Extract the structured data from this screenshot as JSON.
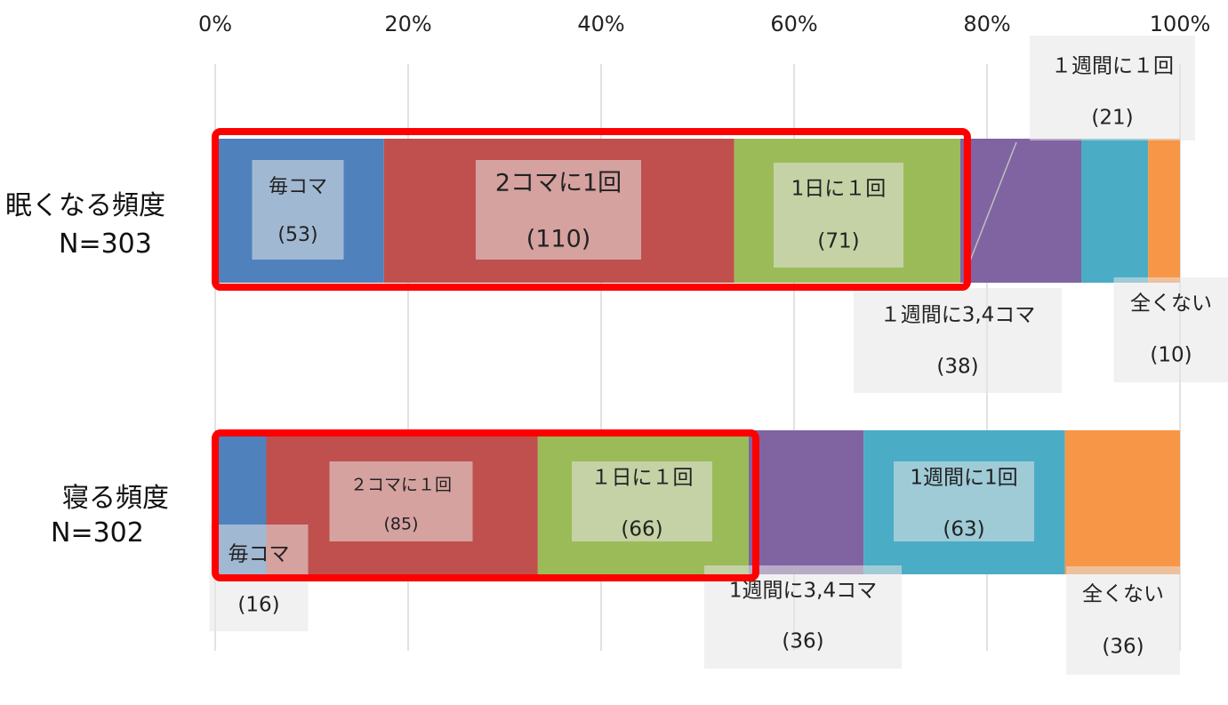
{
  "chart_data": {
    "type": "bar",
    "orientation": "horizontal",
    "stacked": "percent",
    "x_ticks": [
      "0%",
      "20%",
      "40%",
      "60%",
      "80%",
      "100%"
    ],
    "xlim": [
      0,
      100
    ],
    "grid": true,
    "legend": "none",
    "categories": [
      {
        "name": "眠くなる頻度",
        "n_label": "N=303"
      },
      {
        "name": "寝る頻度",
        "n_label": "N=302"
      }
    ],
    "series": [
      {
        "name": "毎コマ",
        "color": "#4F81BD",
        "values": [
          53,
          16
        ],
        "labels": [
          [
            "毎コマ",
            "(53)"
          ],
          [
            "毎コマ",
            "(16)"
          ]
        ]
      },
      {
        "name": "2コマに1回",
        "color": "#C0504D",
        "values": [
          110,
          85
        ],
        "labels": [
          [
            "2コマに1回",
            "(110)"
          ],
          [
            "２コマに１回",
            "(85)"
          ]
        ]
      },
      {
        "name": "1日に1回",
        "color": "#9BBB59",
        "values": [
          71,
          66
        ],
        "labels": [
          [
            "1日に１回",
            "(71)"
          ],
          [
            "１日に１回",
            "(66)"
          ]
        ]
      },
      {
        "name": "1週間に3,4コマ",
        "color": "#8064A2",
        "values": [
          38,
          36
        ],
        "labels": [
          [
            "１週間に3,4コマ",
            "(38)"
          ],
          [
            "1週間に3,4コマ",
            "(36)"
          ]
        ]
      },
      {
        "name": "1週間に1回",
        "color": "#4BACC6",
        "values": [
          21,
          63
        ],
        "labels": [
          [
            "１週間に１回",
            "(21)"
          ],
          [
            "1週間に1回",
            "(63)"
          ]
        ]
      },
      {
        "name": "全くない",
        "color": "#F79646",
        "values": [
          10,
          36
        ],
        "labels": [
          [
            "全くない",
            "(10)"
          ],
          [
            "全くない",
            "(36)"
          ]
        ]
      }
    ],
    "highlight": {
      "color": "#FF0000",
      "series_covered": [
        "毎コマ",
        "2コマに1回",
        "1日に1回"
      ]
    }
  }
}
